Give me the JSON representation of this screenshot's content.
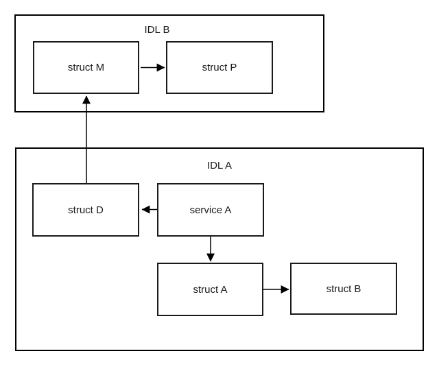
{
  "diagram": {
    "background_color": "#ffffff",
    "stroke_color": "#000000",
    "text_color": "#1a1a1a",
    "groups": [
      {
        "label": "IDL B"
      },
      {
        "label": "IDL A"
      }
    ],
    "nodes": [
      {
        "label": "struct M",
        "group": "IDL B"
      },
      {
        "label": "struct P",
        "group": "IDL B"
      },
      {
        "label": "struct D",
        "group": "IDL A"
      },
      {
        "label": "service A",
        "group": "IDL A"
      },
      {
        "label": "struct A",
        "group": "IDL A"
      },
      {
        "label": "struct B",
        "group": "IDL A"
      }
    ],
    "edges": [
      {
        "from": "struct M",
        "to": "struct P",
        "direction": "right"
      },
      {
        "from": "struct D",
        "to": "struct M",
        "direction": "up"
      },
      {
        "from": "service A",
        "to": "struct D",
        "direction": "left"
      },
      {
        "from": "service A",
        "to": "struct A",
        "direction": "down"
      },
      {
        "from": "struct A",
        "to": "struct B",
        "direction": "right"
      }
    ]
  }
}
